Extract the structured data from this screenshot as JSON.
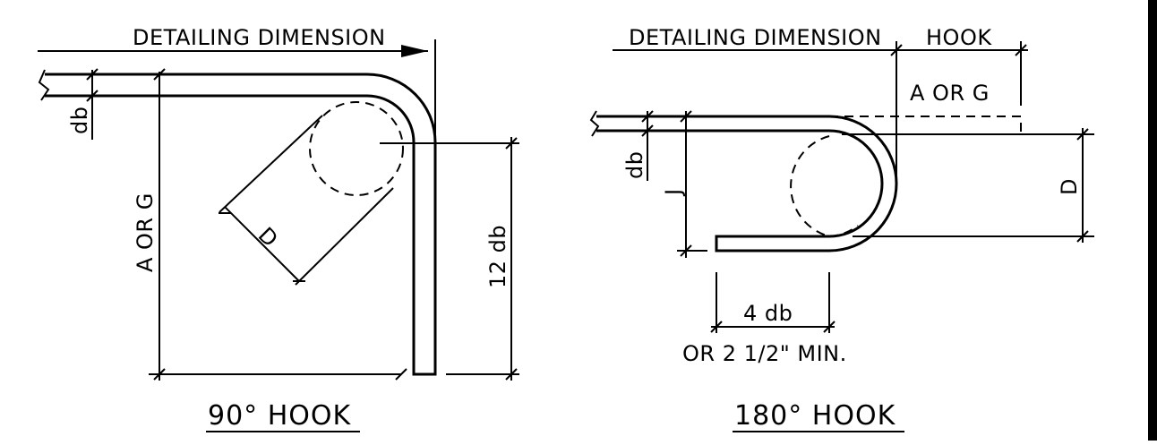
{
  "hook90": {
    "title": "90° HOOK",
    "detailing_dimension": "DETAILING DIMENSION",
    "db": "db",
    "a_or_g": "A OR G",
    "d": "D",
    "twelve_db": "12 db"
  },
  "hook180": {
    "title": "180° HOOK",
    "detailing_dimension": "DETAILING DIMENSION",
    "hook": "HOOK",
    "a_or_g": "A OR G",
    "db": "db",
    "j": "J",
    "d": "D",
    "four_db": "4 db",
    "min_note": "OR 2 1/2\" MIN."
  },
  "colors": {
    "line": "#000000",
    "background": "#ffffff",
    "frame": "#000000"
  }
}
